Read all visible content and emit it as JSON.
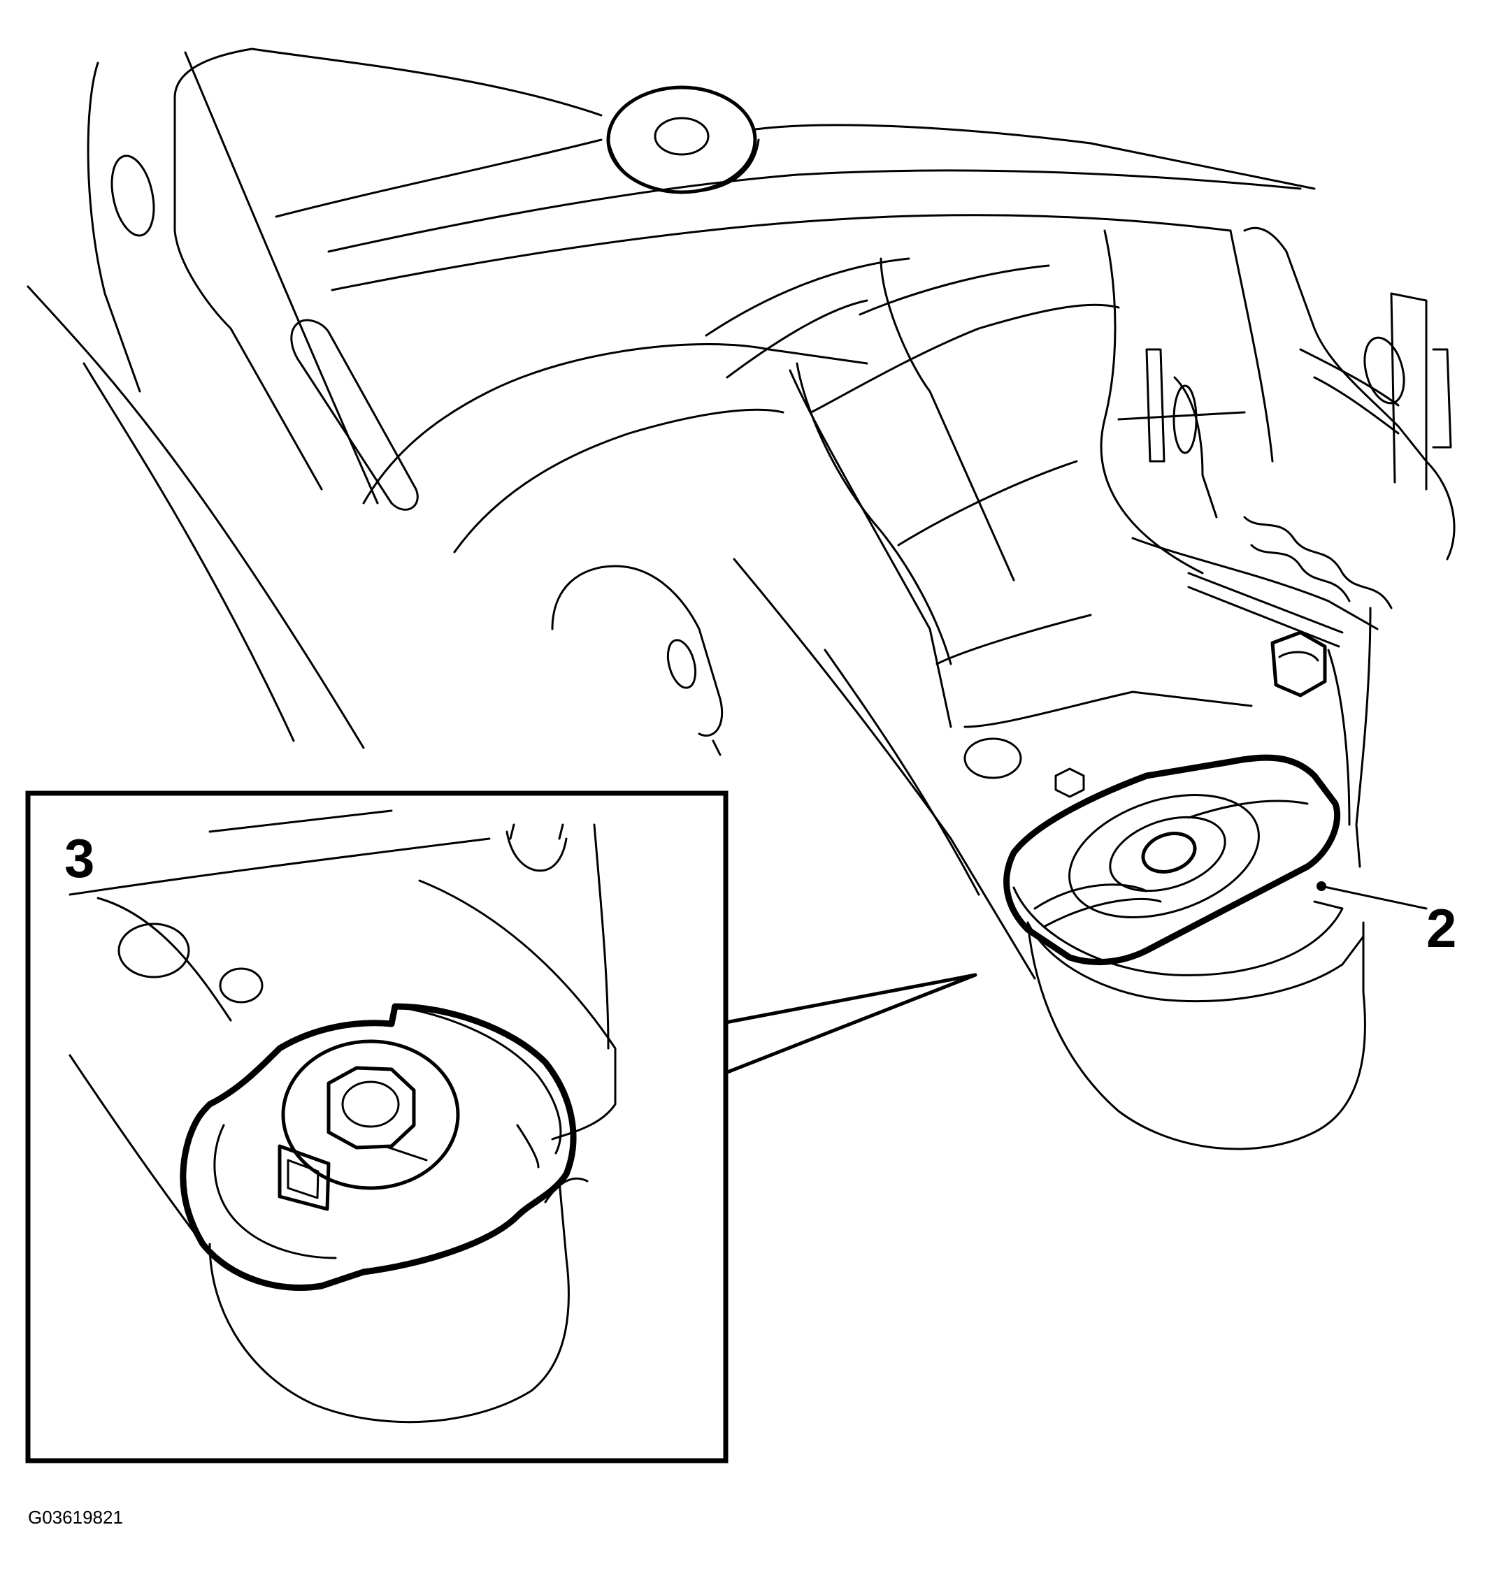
{
  "figure": {
    "figure_id": "G03619821",
    "callouts": [
      {
        "label": "2",
        "target": "bushing-main"
      },
      {
        "label": "3",
        "target": "inset-detail"
      }
    ],
    "colors": {
      "line": "#000000",
      "background": "#ffffff"
    }
  }
}
